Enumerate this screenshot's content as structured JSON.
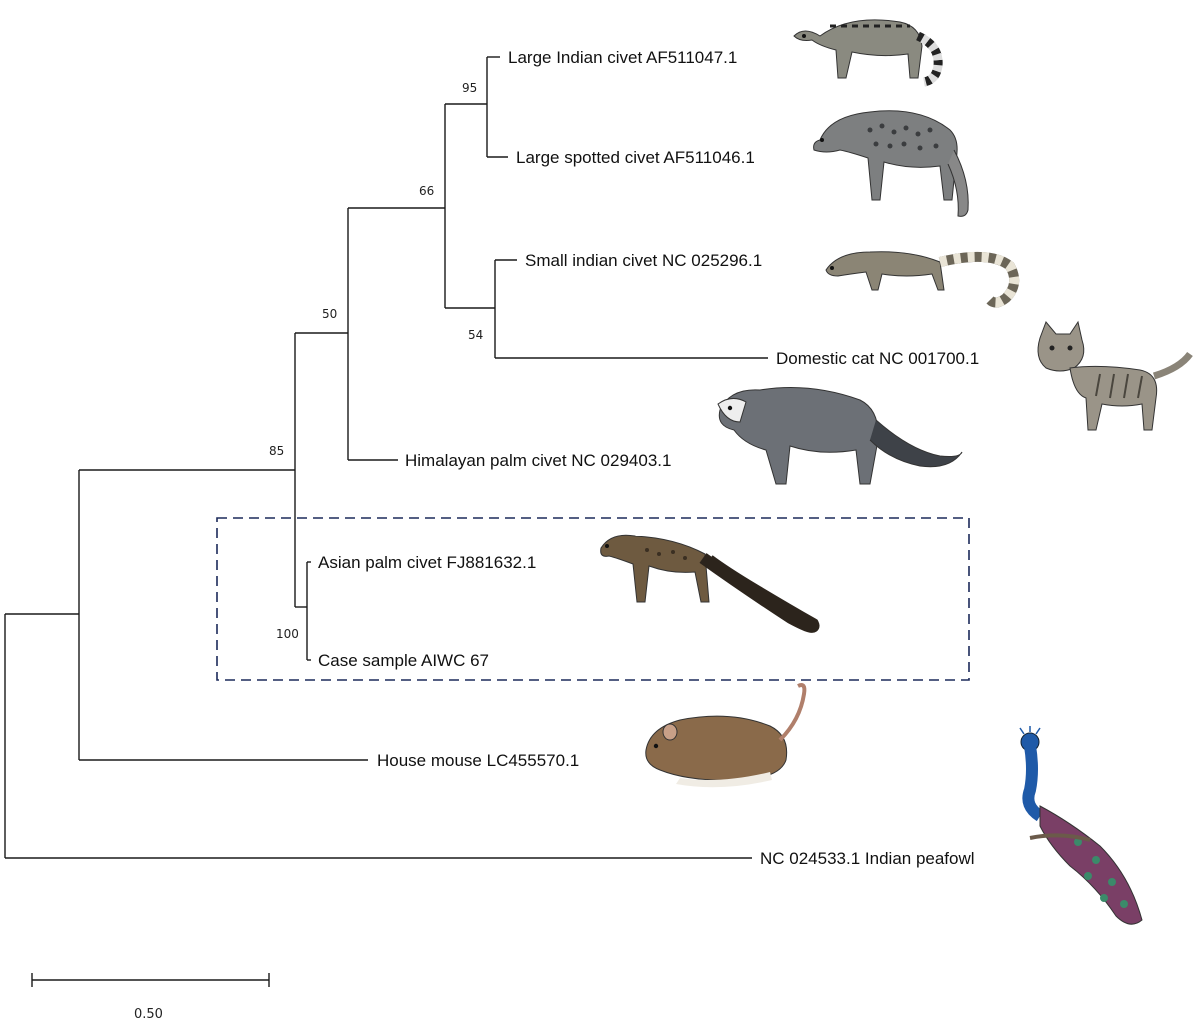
{
  "tree": {
    "leaves": {
      "large_indian_civet": "Large Indian civet AF511047.1",
      "large_spotted_civet": "Large spotted civet AF511046.1",
      "small_indian_civet": "Small indian civet NC 025296.1",
      "domestic_cat": "Domestic cat NC 001700.1",
      "himalayan_palm_civet": "Himalayan palm civet NC 029403.1",
      "asian_palm_civet": "Asian palm civet FJ881632.1",
      "case_sample": "Case sample AIWC 67",
      "house_mouse": "House mouse LC455570.1",
      "indian_peafowl": "NC 024533.1 Indian peafowl"
    },
    "support": {
      "large_civets": "95",
      "civet_cat_group": "66",
      "small_civet_cat": "54",
      "viverridae_core": "50",
      "carnivora": "85",
      "palm_civet_case": "100"
    },
    "scale_bar_label": "0.50"
  },
  "colors": {
    "branch": "#1a1a1a",
    "highlight_box": "#1c2a5a"
  },
  "illustrations": [
    "large-indian-civet-illustration",
    "large-spotted-civet-illustration",
    "small-indian-civet-illustration",
    "domestic-cat-illustration",
    "himalayan-palm-civet-illustration",
    "asian-palm-civet-illustration",
    "house-mouse-illustration",
    "indian-peafowl-illustration"
  ]
}
